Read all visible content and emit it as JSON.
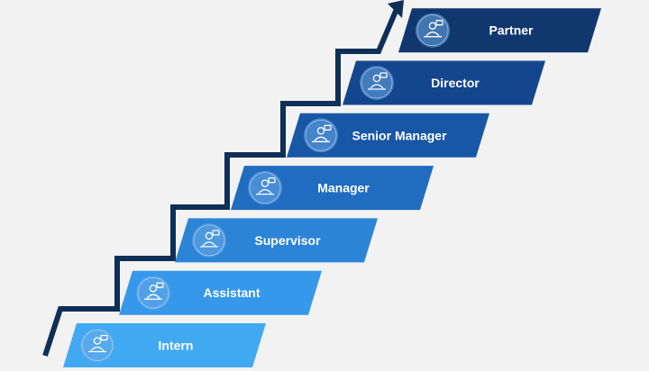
{
  "diagram": {
    "levels": [
      {
        "label": "Intern",
        "icon": "graduate-icon",
        "color": "#41a9f2"
      },
      {
        "label": "Assistant",
        "icon": "assistant-desk-icon",
        "color": "#3698ea"
      },
      {
        "label": "Supervisor",
        "icon": "handshake-icon",
        "color": "#2b84d6"
      },
      {
        "label": "Manager",
        "icon": "manager-chat-icon",
        "color": "#1f6cc0"
      },
      {
        "label": "Senior Manager",
        "icon": "businessman-icon",
        "color": "#1857a6"
      },
      {
        "label": "Director",
        "icon": "director-desk-icon",
        "color": "#14468e"
      },
      {
        "label": "Partner",
        "icon": "partner-meeting-icon",
        "color": "#10386f"
      }
    ],
    "arrow_color": "#0f2f57",
    "icon_circle_color": "#6aa9e6"
  }
}
